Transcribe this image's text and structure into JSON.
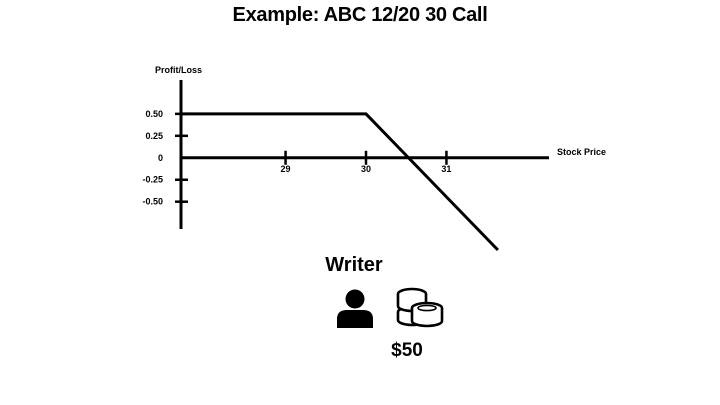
{
  "title": "Example: ABC 12/20 30 Call",
  "chart_data": {
    "type": "line",
    "title": "",
    "ylabel": "Profit/Loss",
    "xlabel": "Stock Price",
    "x_ticks": [
      "29",
      "30",
      "31"
    ],
    "y_ticks": [
      "0.50",
      "0.25",
      "0",
      "-0.25",
      "-0.50"
    ],
    "xlim": [
      27.7,
      32.3
    ],
    "ylim": [
      -1.05,
      0.84
    ],
    "series": [
      {
        "x": [
          27.7,
          30,
          31.64
        ],
        "y": [
          0.5,
          0.5,
          -1.05
        ]
      }
    ],
    "grid": false
  },
  "role": "Writer",
  "amount": "$50",
  "icons": [
    "person-icon",
    "coins-icon"
  ]
}
